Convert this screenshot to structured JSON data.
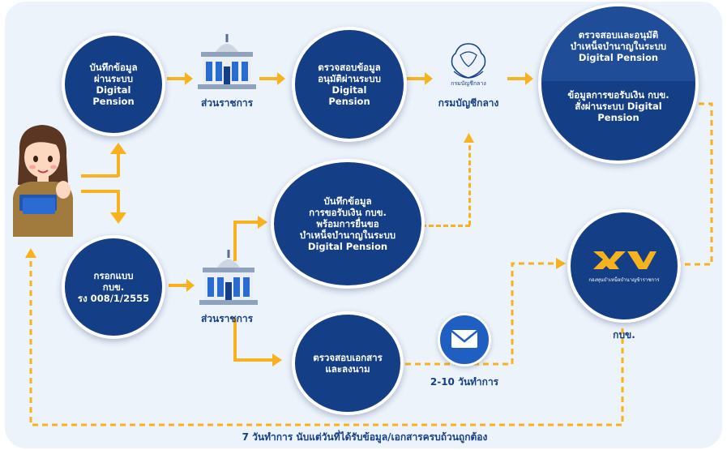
{
  "step_record_online": "บันทึกข้อมูล\nผ่านระบบ\nDigital\nPension",
  "agency_label_top": "ส่วนราชการ",
  "step_verify_approve": "ตรวจสอบข้อมูล\nอนุมัติผ่านระบบ\nDigital\nPension",
  "comptroller_label": "กรมบัญชีกลาง",
  "comptroller_seal_text": "กรมบัญชีกลาง",
  "final_top": "ตรวจสอบและอนุมัติ\nบำเหน็จบำนาญในระบบ\nDigital Pension",
  "final_bottom": "ข้อมูลการขอรับเงิน กบข.\nสั่งผ่านระบบ Digital\nPension",
  "step_record_gpf": "บันทึกข้อมูล\nการขอรับเงิน กบข.\nพร้อมการยื่นขอ\nบำเหน็จบำนาญในระบบ\nDigital Pension",
  "step_fill_form": "กรอกแบบ\nกบข.\nรง 008/1/2555",
  "agency_label_bottom": "ส่วนราชการ",
  "step_check_docs": "ตรวจสอบเอกสาร\nและลงนาม",
  "mail_duration": "2-10 วันทำการ",
  "gpf_logo_text": "กองทุนบำเหน็จบำนาญข้าราชการ",
  "gpf_label": "กบข.",
  "footer_note": "7 วันทำการ นับแต่วันที่ได้รับข้อมูล/เอกสารครบถ้วนถูกต้อง",
  "colors": {
    "navy": "#143f86",
    "orange": "#f7b21d",
    "panel": "#ecf3fb"
  },
  "icons": [
    "government-building-icon",
    "comptroller-seal-icon",
    "envelope-icon",
    "gpf-logo-icon",
    "civil-servant-avatar"
  ]
}
